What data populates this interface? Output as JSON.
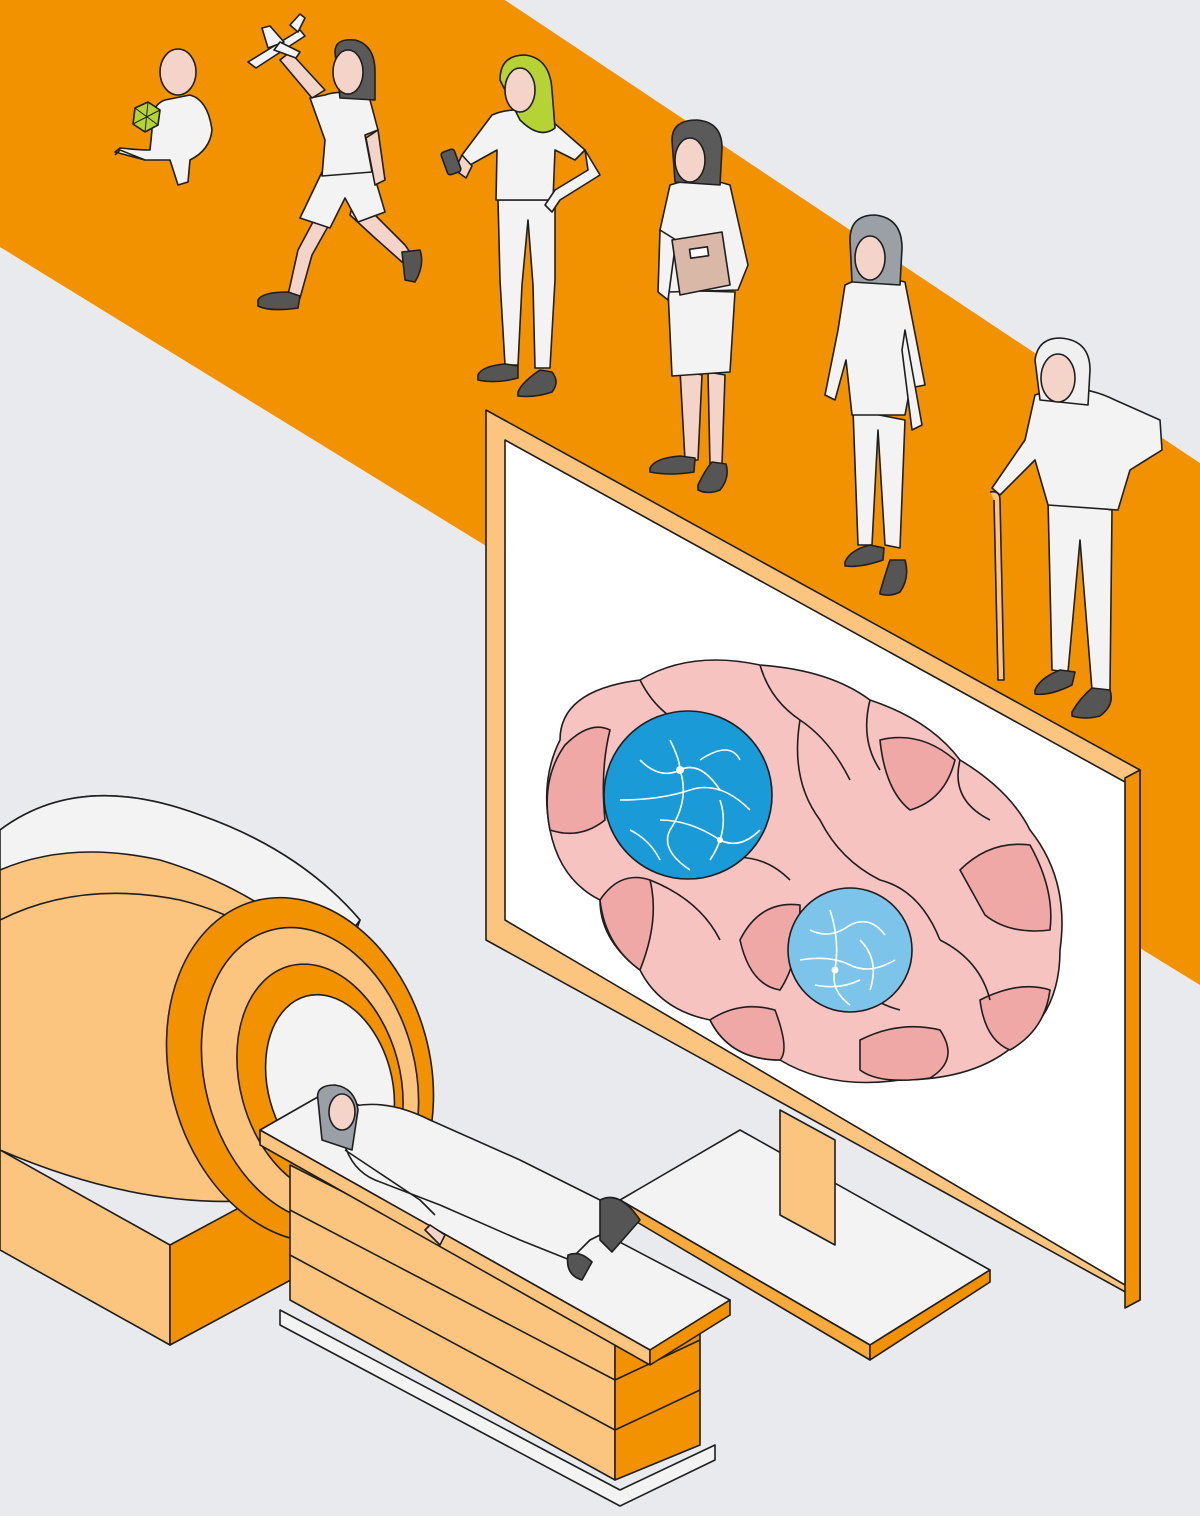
{
  "scene": {
    "palette": {
      "background": "#e8eaed",
      "orange": "#f39200",
      "orange_light": "#fcc57f",
      "orange_mid": "#f7a93b",
      "white": "#f3f3f3",
      "screen": "#ffffff",
      "skin": "#f4d3c9",
      "hair_dark": "#5a5a5a",
      "hair_gray": "#9aa0a6",
      "hair_white": "#f0f0f0",
      "hair_green": "#b5d334",
      "shoe": "#555555",
      "outline": "#1e1e1e",
      "brain": "#f6c3c0",
      "brain_shade": "#efa8a5",
      "neuron_blue": "#1a9ad6",
      "neuron_blue_light": "#7cc4ea"
    },
    "figures": [
      "baby-with-toy",
      "child-with-airplane",
      "teen-with-phone",
      "adult-with-book",
      "middle-aged-adult",
      "elderly-with-cane"
    ],
    "screen": {
      "content": "brain-with-neuron-magnifiers"
    },
    "scanner": {
      "type": "mri-scanner",
      "patient": "lying-on-bed"
    }
  }
}
